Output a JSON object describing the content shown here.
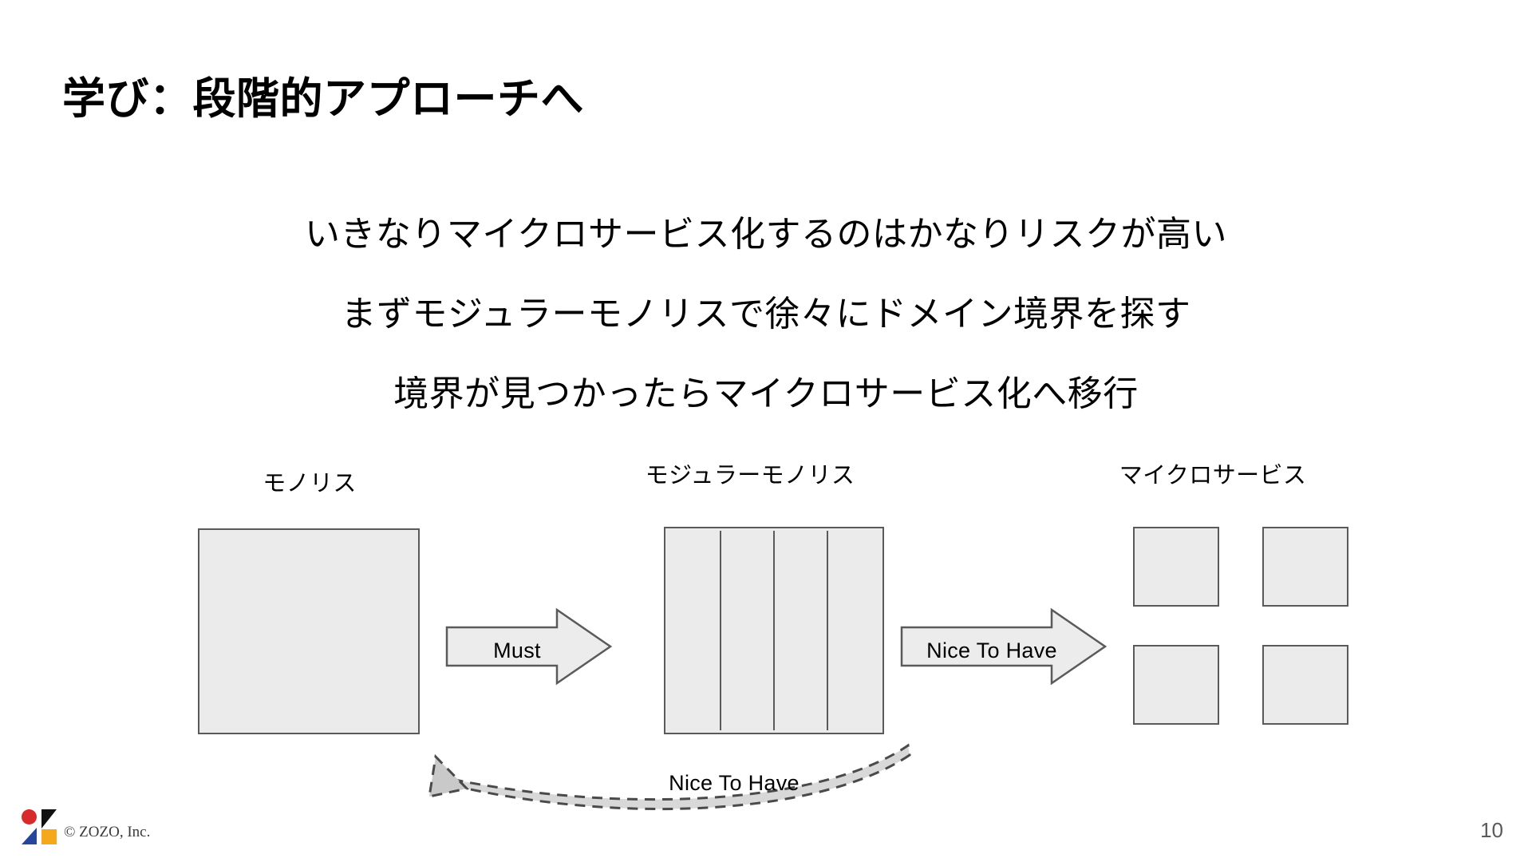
{
  "slide": {
    "title": "学び：段階的アプローチへ",
    "body_lines": [
      "いきなりマイクロサービス化するのはかなりリスクが高い",
      "まずモジュラーモノリスで徐々にドメイン境界を探す",
      "境界が見つかったらマイクロサービス化へ移行"
    ]
  },
  "diagram": {
    "stages": [
      {
        "label": "モノリス"
      },
      {
        "label": "モジュラーモノリス"
      },
      {
        "label": "マイクロサービス"
      }
    ],
    "modular_segment_count": 4,
    "microservice_box_count": 4,
    "arrows": [
      {
        "label": "Must",
        "direction": "right"
      },
      {
        "label": "Nice To Have",
        "direction": "right"
      },
      {
        "label": "Nice To Have",
        "direction": "curved-back-left"
      }
    ],
    "colors": {
      "box_fill": "#ebebeb",
      "box_border": "#5a5a5a",
      "arrow_fill": "#ececec",
      "arrow_border": "#5a5a5a",
      "text": "#000000"
    }
  },
  "footer": {
    "copyright": "© ZOZO, Inc.",
    "page_number": "10",
    "logo_colors": {
      "dot": "#d82a2a",
      "black_triangle": "#111111",
      "blue_triangle": "#25469b",
      "square": "#f5a81c"
    }
  }
}
